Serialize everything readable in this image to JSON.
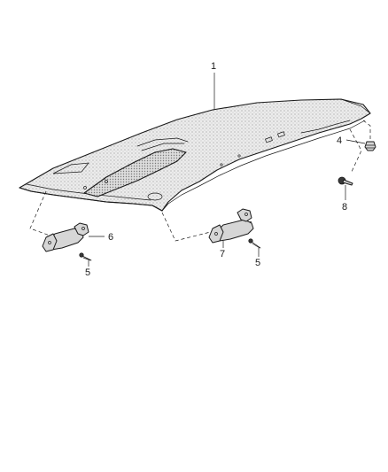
{
  "callouts": {
    "headliner": "1",
    "clip": "4",
    "screw_left": "5",
    "screw_right": "5",
    "grab_handle_left": "6",
    "grab_handle_right": "7",
    "push_pin": "8"
  },
  "colors": {
    "line": "#1a1a1a",
    "stipple": "#9a9a9a",
    "part_fill": "#d6d6d6"
  }
}
